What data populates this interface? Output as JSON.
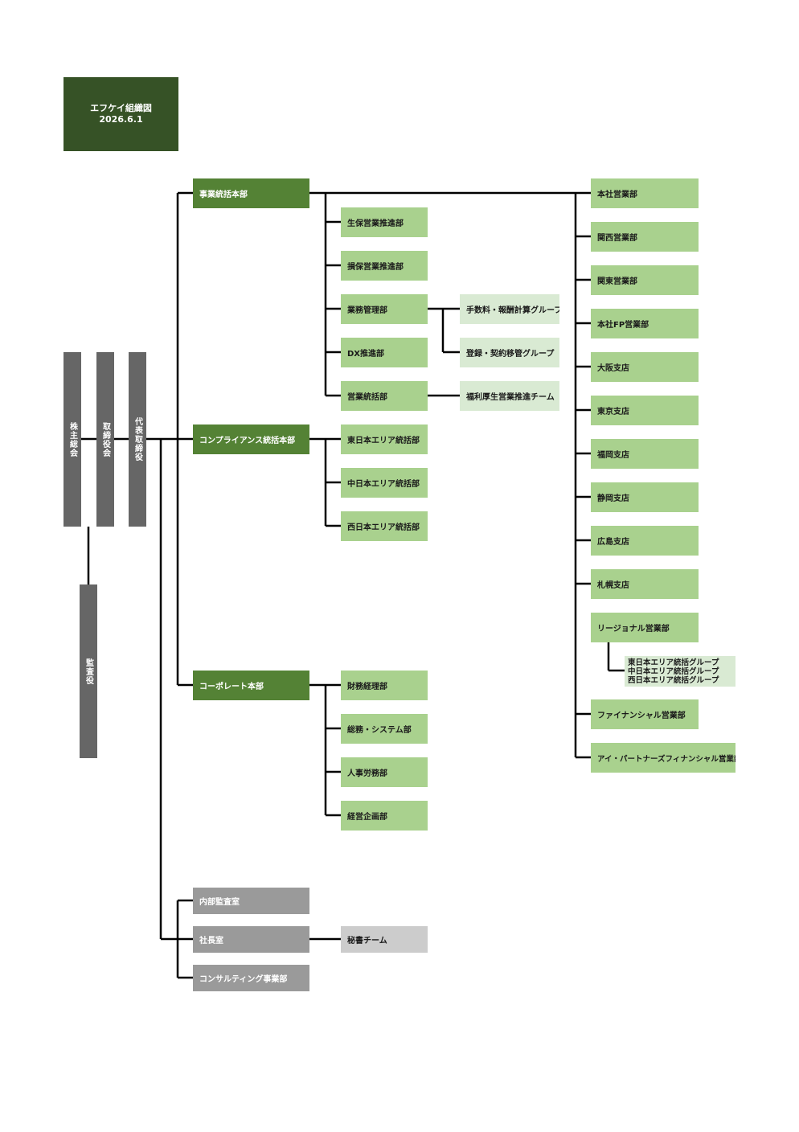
{
  "title": {
    "name": "エフケイ組織図",
    "date": "2026.6.1"
  },
  "executive": {
    "shareholders": "株主総会",
    "board": "取締役会",
    "president": "代表取締役",
    "auditor": "監査役"
  },
  "business_hq": {
    "label": "事業統括本部",
    "departments": [
      "生保営業推進部",
      "損保営業推進部",
      "業務管理部",
      "DX推進部",
      "営業統括部"
    ],
    "business_mgmt_groups": [
      "手数料・報酬計算グループ",
      "登録・契約移管グループ"
    ],
    "sales_team": "福利厚生営業推進チーム",
    "sales_units": [
      "本社営業部",
      "関西営業部",
      "関東営業部",
      "本社FP営業部",
      "大阪支店",
      "東京支店",
      "福岡支店",
      "静岡支店",
      "広島支店",
      "札幌支店",
      "リージョナル営業部",
      "ファイナンシャル営業部",
      "アイ・パートナーズフィナンシャル営業部"
    ],
    "regional_groups": [
      "東日本エリア統括グループ",
      "中日本エリア統括グループ",
      "西日本エリア統括グループ"
    ]
  },
  "compliance_hq": {
    "label": "コンプライアンス統括本部",
    "departments": [
      "東日本エリア統括部",
      "中日本エリア統括部",
      "西日本エリア統括部"
    ]
  },
  "corporate_hq": {
    "label": "コーポレート本部",
    "departments": [
      "財務経理部",
      "総務・システム部",
      "人事労務部",
      "経営企画部"
    ]
  },
  "offices": {
    "internal_audit": "内部監査室",
    "presidents_office": "社長室",
    "secretary_team": "秘書チーム",
    "consulting": "コンサルティング事業部"
  },
  "colors": {
    "title": "#365226",
    "headquarters": "#548235",
    "department": "#a9d18e",
    "group": "#d9ead3",
    "executive": "#666666",
    "office": "#9a9a9a",
    "team": "#cccccc",
    "connector": "#000000"
  }
}
